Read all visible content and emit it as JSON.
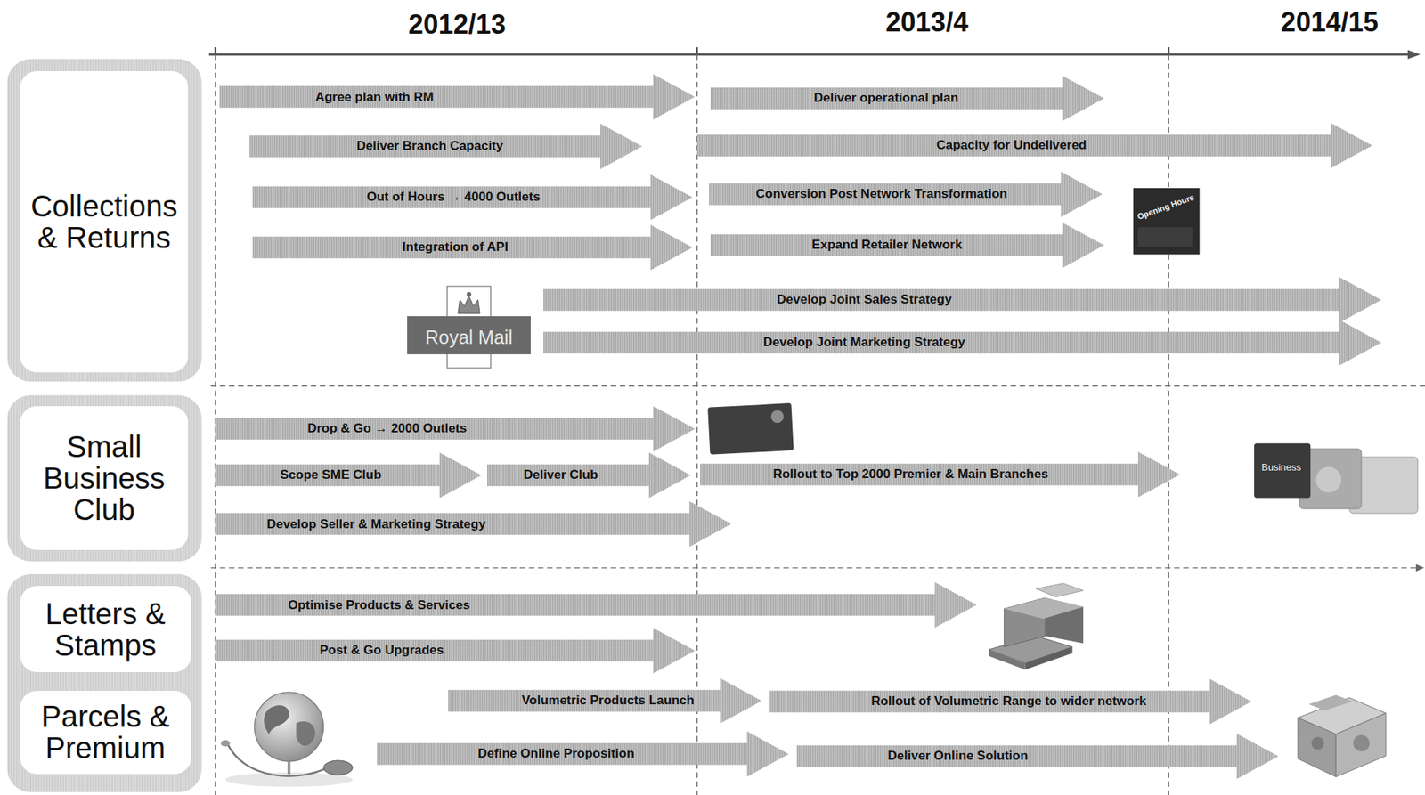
{
  "diagram": {
    "nodes": [
      {
        "text": [
          "Collections & Returns"
        ]
      },
      {
        "text": [
          "Agree plan with RM"
        ]
      },
      {
        "text": [
          "Deliver operational plan"
        ]
      },
      {
        "text": [
          "Deliver Branch Capacity"
        ]
      },
      {
        "text": [
          "Capacity for Undelivered"
        ]
      },
      {
        "text": [
          "Out of Hours → 4000 Outlets"
        ]
      },
      {
        "text": [
          "Conversion Post Network Transformation"
        ]
      },
      {
        "text": [
          "Integration of API"
        ]
      },
      {
        "text": [
          "Expand Retailer Network"
        ]
      },
      {
        "text": [
          "Develop Joint Sales Strategy"
        ]
      },
      {
        "text": [
          "Develop Joint Marketing Strategy"
        ]
      },
      {
        "text": [
          "Small Business Club"
        ]
      },
      {
        "text": [
          "Drop & Go → 2000 Outlets"
        ]
      },
      {
        "text": [
          "Scope SME Club"
        ]
      },
      {
        "text": [
          "Deliver Club"
        ]
      },
      {
        "text": [
          "Rollout to Top 2000 Premier & Main Branches"
        ]
      },
      {
        "text": [
          "Develop Seller & Marketing Strategy"
        ]
      },
      {
        "text": [
          "Letters & Stamps"
        ]
      },
      {
        "text": [
          "Optimise Products & Services"
        ]
      },
      {
        "text": [
          "Post & Go Upgrades"
        ]
      },
      {
        "text": [
          "Parcels & Premium"
        ]
      },
      {
        "text": [
          "Volumetric Products Launch"
        ]
      },
      {
        "text": [
          "Rollout of Volumetric Range to wider network"
        ]
      },
      {
        "text": [
          "Define Online Proposition"
        ]
      },
      {
        "text": [
          "Deliver Online Solution"
        ]
      }
    ],
    "labels": [
      "2012/13",
      "2013/4",
      "2014/15",
      "Royal Mail",
      "Opening Hours",
      "Business"
    ]
  }
}
